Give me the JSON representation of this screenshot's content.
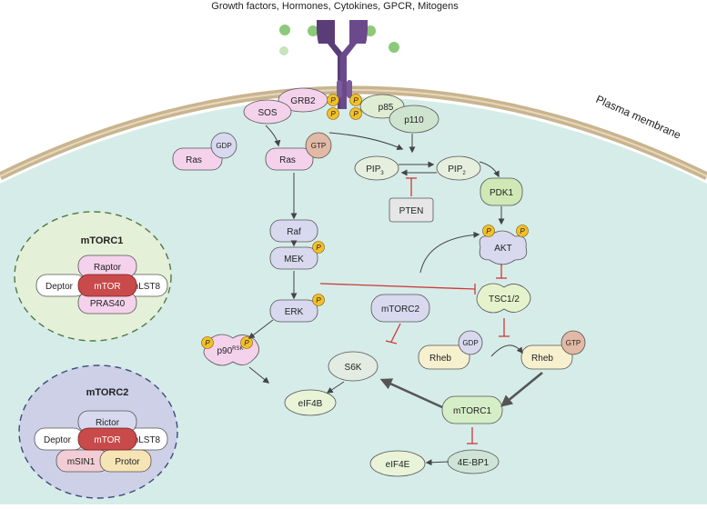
{
  "header": {
    "signals_label": "Growth factors, Hormones, Cytokines, GPCR, Mitogens"
  },
  "membrane": {
    "label": "Plasma membrane"
  },
  "phospho": "P",
  "receptor": {
    "adaptors": {
      "grb2": "GRB2",
      "sos": "SOS",
      "p85": "p85",
      "p110": "p110"
    }
  },
  "ras_pathway": {
    "ras_gdp": {
      "name": "Ras",
      "nucleotide": "GDP"
    },
    "ras_gtp": {
      "name": "Ras",
      "nucleotide": "GTP"
    },
    "raf": "Raf",
    "mek": "MEK",
    "erk": "ERK",
    "p90rsk": {
      "name": "p90",
      "superscript": "RSK"
    }
  },
  "pi3k_pathway": {
    "pip3": {
      "name": "PIP",
      "subscript": "3"
    },
    "pip2": {
      "name": "PIP",
      "subscript": "2"
    },
    "pten": "PTEN",
    "pdk1": "PDK1",
    "akt": "AKT",
    "tsc": "TSC1/2",
    "rheb_gdp": {
      "name": "Rheb",
      "nucleotide": "GDP"
    },
    "rheb_gtp": {
      "name": "Rheb",
      "nucleotide": "GTP"
    }
  },
  "mtor_nodes": {
    "mtorc2_node": "mTORC2",
    "mtorc1_node": "mTORC1",
    "s6k": "S6K",
    "eif4b": "eIF4B",
    "ebp1": "4E-BP1",
    "eif4e": "eIF4E"
  },
  "complexes": {
    "mtorc1": {
      "title": "mTORC1",
      "top": "Raptor",
      "center": "mTOR",
      "left": "Deptor",
      "right": "mLST8",
      "bottom": "PRAS40"
    },
    "mtorc2": {
      "title": "mTORC2",
      "top": "Rictor",
      "center": "mTOR",
      "left": "Deptor",
      "right": "mLST8",
      "bottom_left": "mSIN1",
      "bottom_right": "Protor"
    }
  },
  "colors": {
    "cytoplasm": "#d6ece9",
    "membrane": "#c9b48f",
    "receptor": "#5a3d78",
    "ligand": "#8cc97a",
    "ras_fill": "#f4d2ec",
    "kinase_fill": "#d8d9ef",
    "pi3k_fill": "#dfeed3",
    "phospho": "#f3bf2a",
    "inhibit": "#cc3a3a",
    "mtor": "#c94a4a",
    "tsc_fill": "#e5f3cc"
  }
}
